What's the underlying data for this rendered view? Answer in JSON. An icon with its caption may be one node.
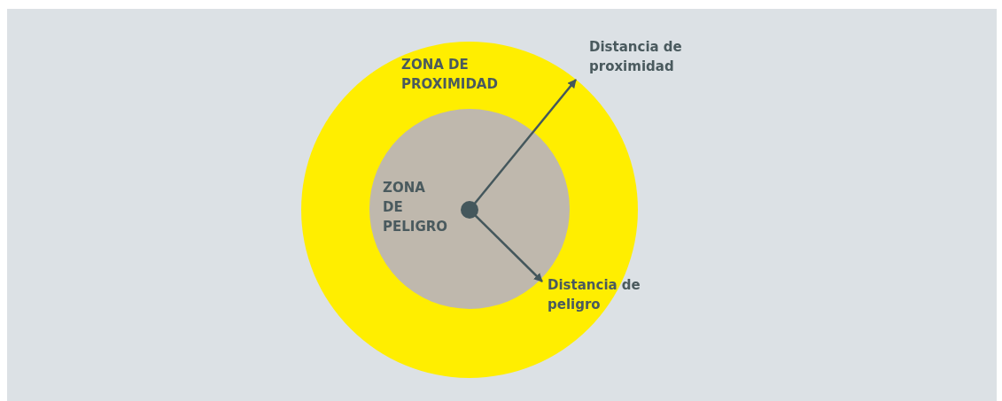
{
  "diagram": {
    "nodes": [
      {
        "text": [
          "ZONA DE PROXIMIDAD"
        ]
      },
      {
        "text": [
          "ZONA DE PELIGRO"
        ],
        "in": 0
      }
    ],
    "labels": [
      "Distancia de proximidad",
      "Distancia de peligro"
    ]
  }
}
